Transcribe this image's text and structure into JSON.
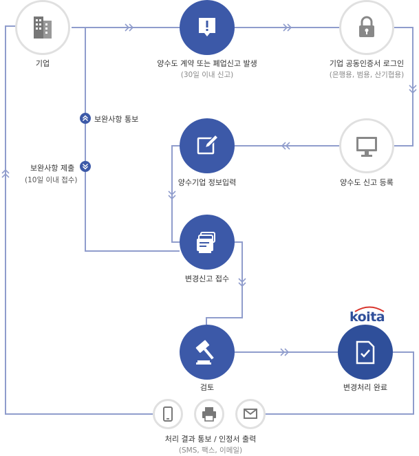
{
  "colors": {
    "accent": "#3c59a8",
    "line": "#8f9ccc",
    "gray_ring": "#e0e0e0",
    "logo_red": "#d8342c"
  },
  "nodes": {
    "company": {
      "label": "기업",
      "icon": "building-icon"
    },
    "contract": {
      "label": "양수도 계약 또는 폐업신고 발생",
      "sub": "(30일 이내 신고)",
      "icon": "exclamation-icon"
    },
    "cert_login": {
      "label": "기업 공동인증서 로그인",
      "sub": "(은행용, 범용, 산기협용)",
      "icon": "lock-icon"
    },
    "info_input": {
      "label": "양수기업 정보입력",
      "icon": "edit-icon"
    },
    "report_reg": {
      "label": "양수도 신고 등록",
      "icon": "monitor-icon"
    },
    "change_recv": {
      "label": "변경신고 접수",
      "icon": "files-icon"
    },
    "review": {
      "label": "검토",
      "icon": "gavel-icon"
    },
    "complete": {
      "label": "변경처리 완료",
      "icon": "document-check-icon"
    }
  },
  "notes": {
    "notify": "보완사항 통보",
    "submit": "보완사항 제출",
    "submit_sub": "(10일 이내 접수)"
  },
  "result": {
    "label": "처리 결과 통보 / 인정서 출력",
    "sub": "(SMS, 팩스, 이메일)",
    "icons": [
      "mobile-icon",
      "printer-icon",
      "mail-icon"
    ]
  },
  "logo": {
    "text": "koita"
  }
}
